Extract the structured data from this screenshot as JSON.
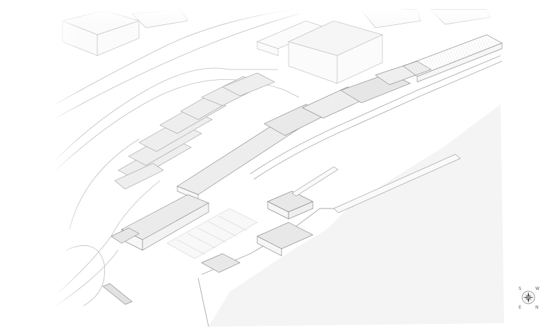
{
  "drawing": {
    "style": "isometric-line-drawing",
    "subject": "waterfront-harbor-site",
    "colors": {
      "background": "#ffffff",
      "line": "#9a9a9a",
      "water": "#f3f3f3",
      "roof": "#eaeaea",
      "paved": "#f7f7f7"
    }
  },
  "compass": {
    "icon": "compass-rose-icon",
    "labels": {
      "north": "N",
      "south": "S",
      "east": "E",
      "west": "W"
    }
  }
}
